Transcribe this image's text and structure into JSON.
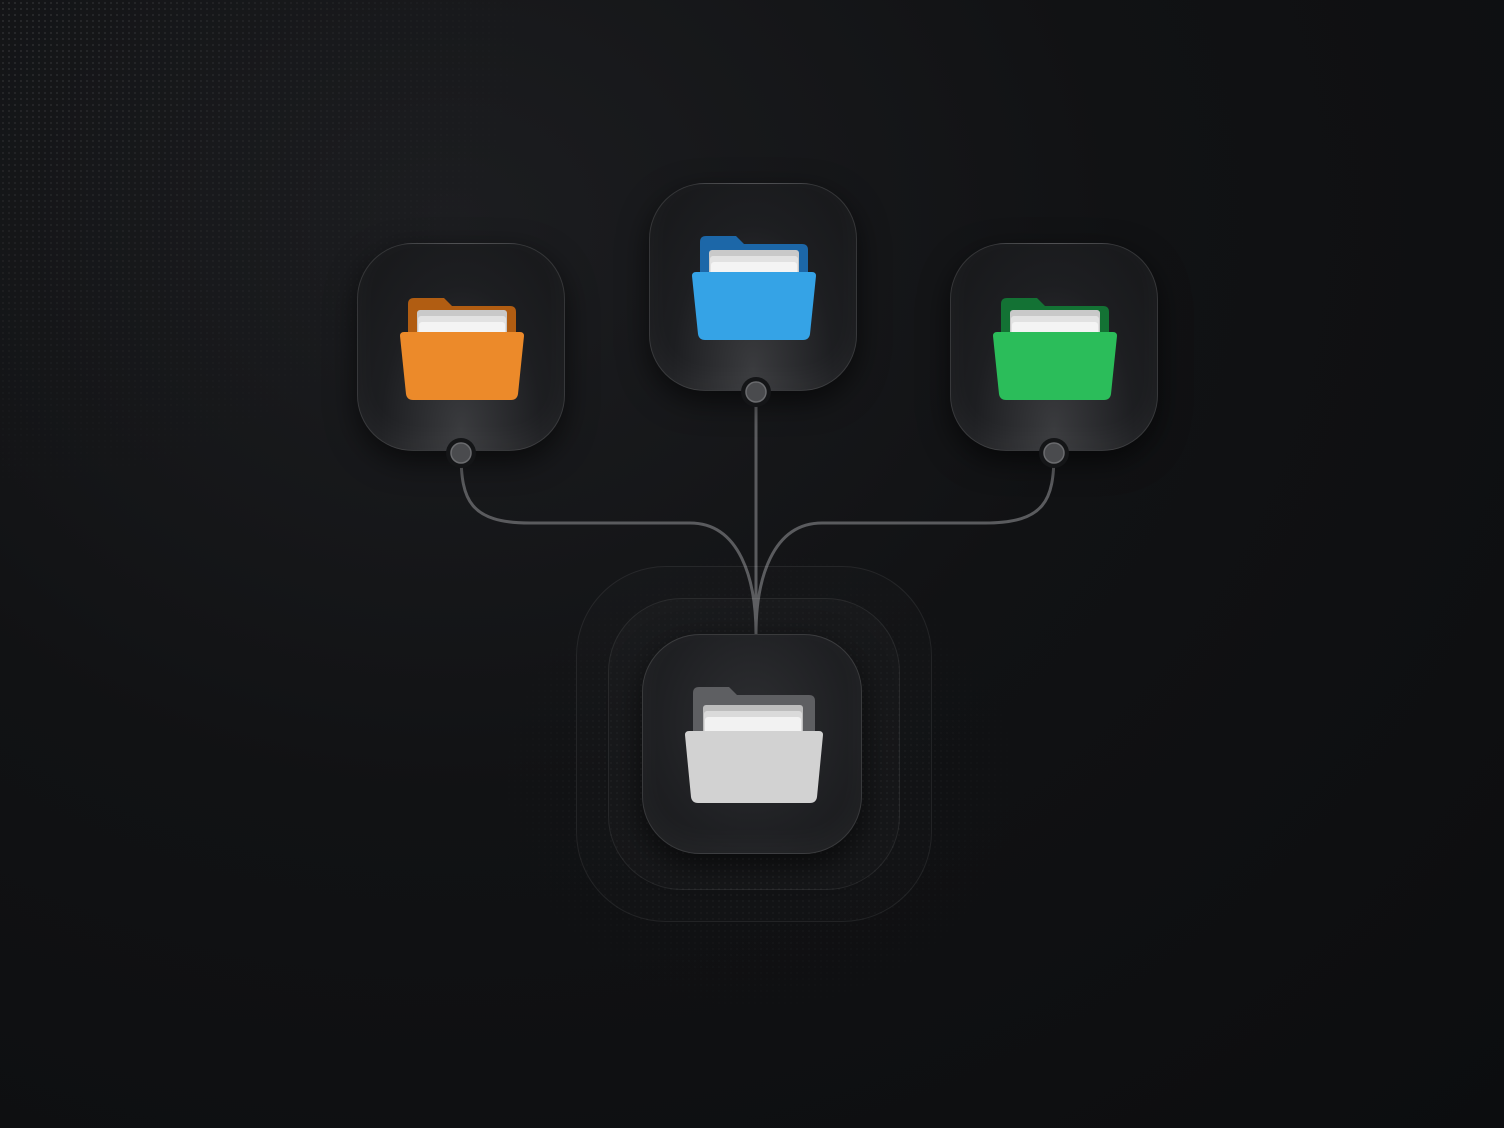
{
  "diagram": {
    "nodes": [
      {
        "id": "source-orange",
        "icon": "folder-icon",
        "color": "#ec8a2a"
      },
      {
        "id": "source-blue",
        "icon": "folder-icon",
        "color": "#35a3e6"
      },
      {
        "id": "source-green",
        "icon": "folder-icon",
        "color": "#2bbd5a"
      },
      {
        "id": "destination-gray",
        "icon": "folder-icon",
        "color": "#d2d2d2"
      }
    ],
    "edges": [
      {
        "from": "source-orange",
        "to": "destination-gray"
      },
      {
        "from": "source-blue",
        "to": "destination-gray"
      },
      {
        "from": "source-green",
        "to": "destination-gray"
      }
    ]
  },
  "colors": {
    "background": "#0f1012",
    "connector": "#5a5b5e",
    "port": "#4a4b4e"
  }
}
